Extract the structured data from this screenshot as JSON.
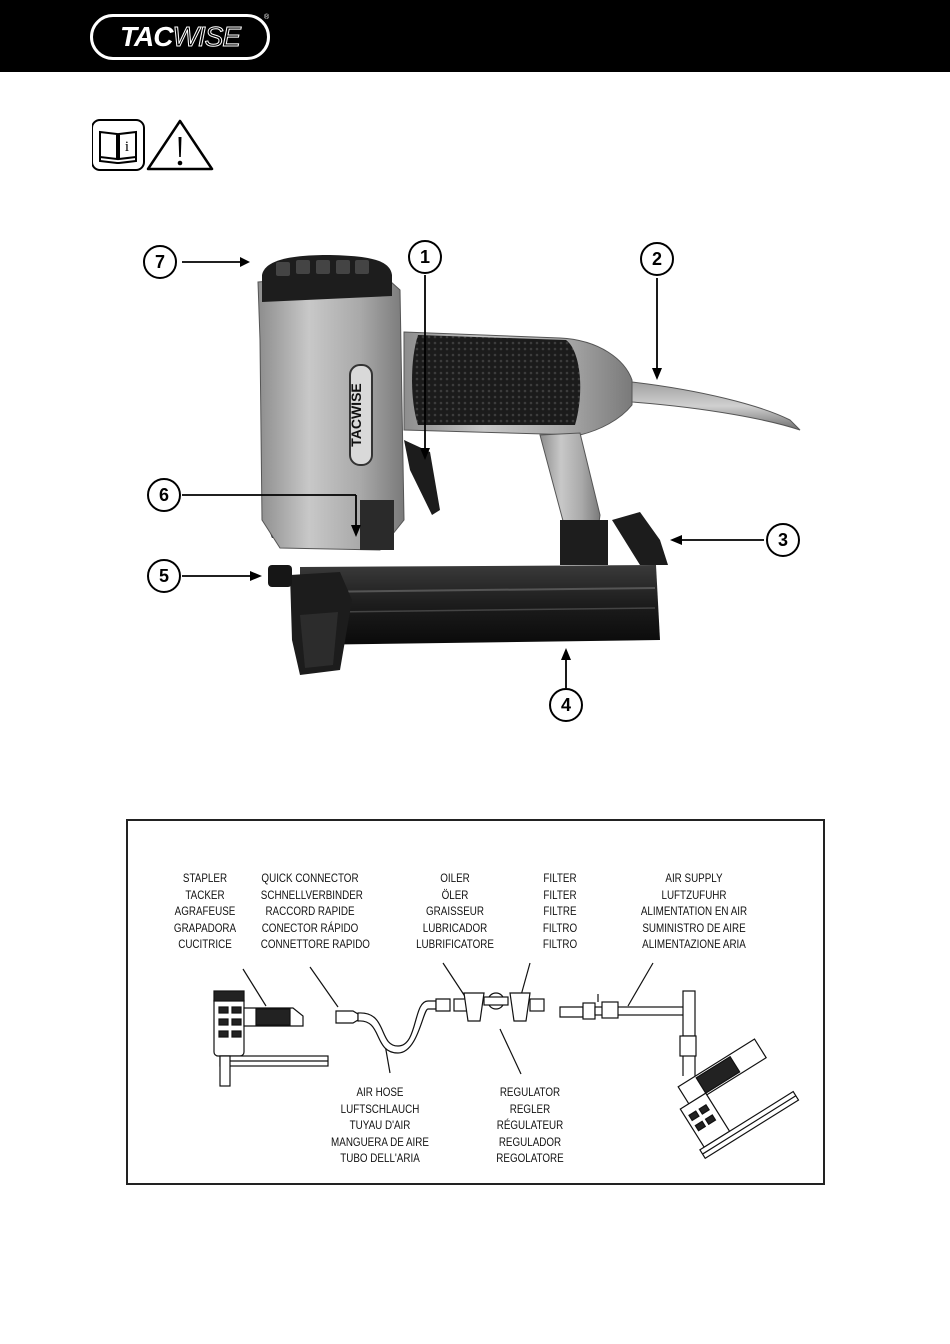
{
  "header": {
    "brand_left": "TAC",
    "brand_right": "WISE",
    "trademark": "®"
  },
  "icons": {
    "manual_icon_glyph": "i"
  },
  "figure_main": {
    "callouts": [
      "1",
      "2",
      "3",
      "4",
      "5",
      "6",
      "7"
    ],
    "tool_brand": "TACWISE"
  },
  "setup_diagram": {
    "stapler": [
      "STAPLER",
      "TACKER",
      "AGRAFEUSE",
      "GRAPADORA",
      "CUCITRICE"
    ],
    "quick_connector": [
      "QUICK CONNECTOR",
      "SCHNELLVERBINDER",
      "RACCORD RAPIDE",
      "CONECTOR RÁPIDO",
      "CONNETTORE RAPIDO"
    ],
    "oiler": [
      "OILER",
      "ÖLER",
      "GRAISSEUR",
      "LUBRICADOR",
      "LUBRIFICATORE"
    ],
    "filter": [
      "FILTER",
      "FILTER",
      "FILTRE",
      "FILTRO",
      "FILTRO"
    ],
    "air_supply": [
      "AIR SUPPLY",
      "LUFTZUFUHR",
      "ALIMENTATION EN AIR",
      "SUMINISTRO DE AIRE",
      "ALIMENTAZIONE ARIA"
    ],
    "air_hose": [
      "AIR HOSE",
      "LUFTSCHLAUCH",
      "TUYAU D'AIR",
      "MANGUERA DE AIRE",
      "TUBO DELL'ARIA"
    ],
    "regulator": [
      "REGULATOR",
      "REGLER",
      "RÉGULATEUR",
      "REGULADOR",
      "REGOLATORE"
    ]
  }
}
